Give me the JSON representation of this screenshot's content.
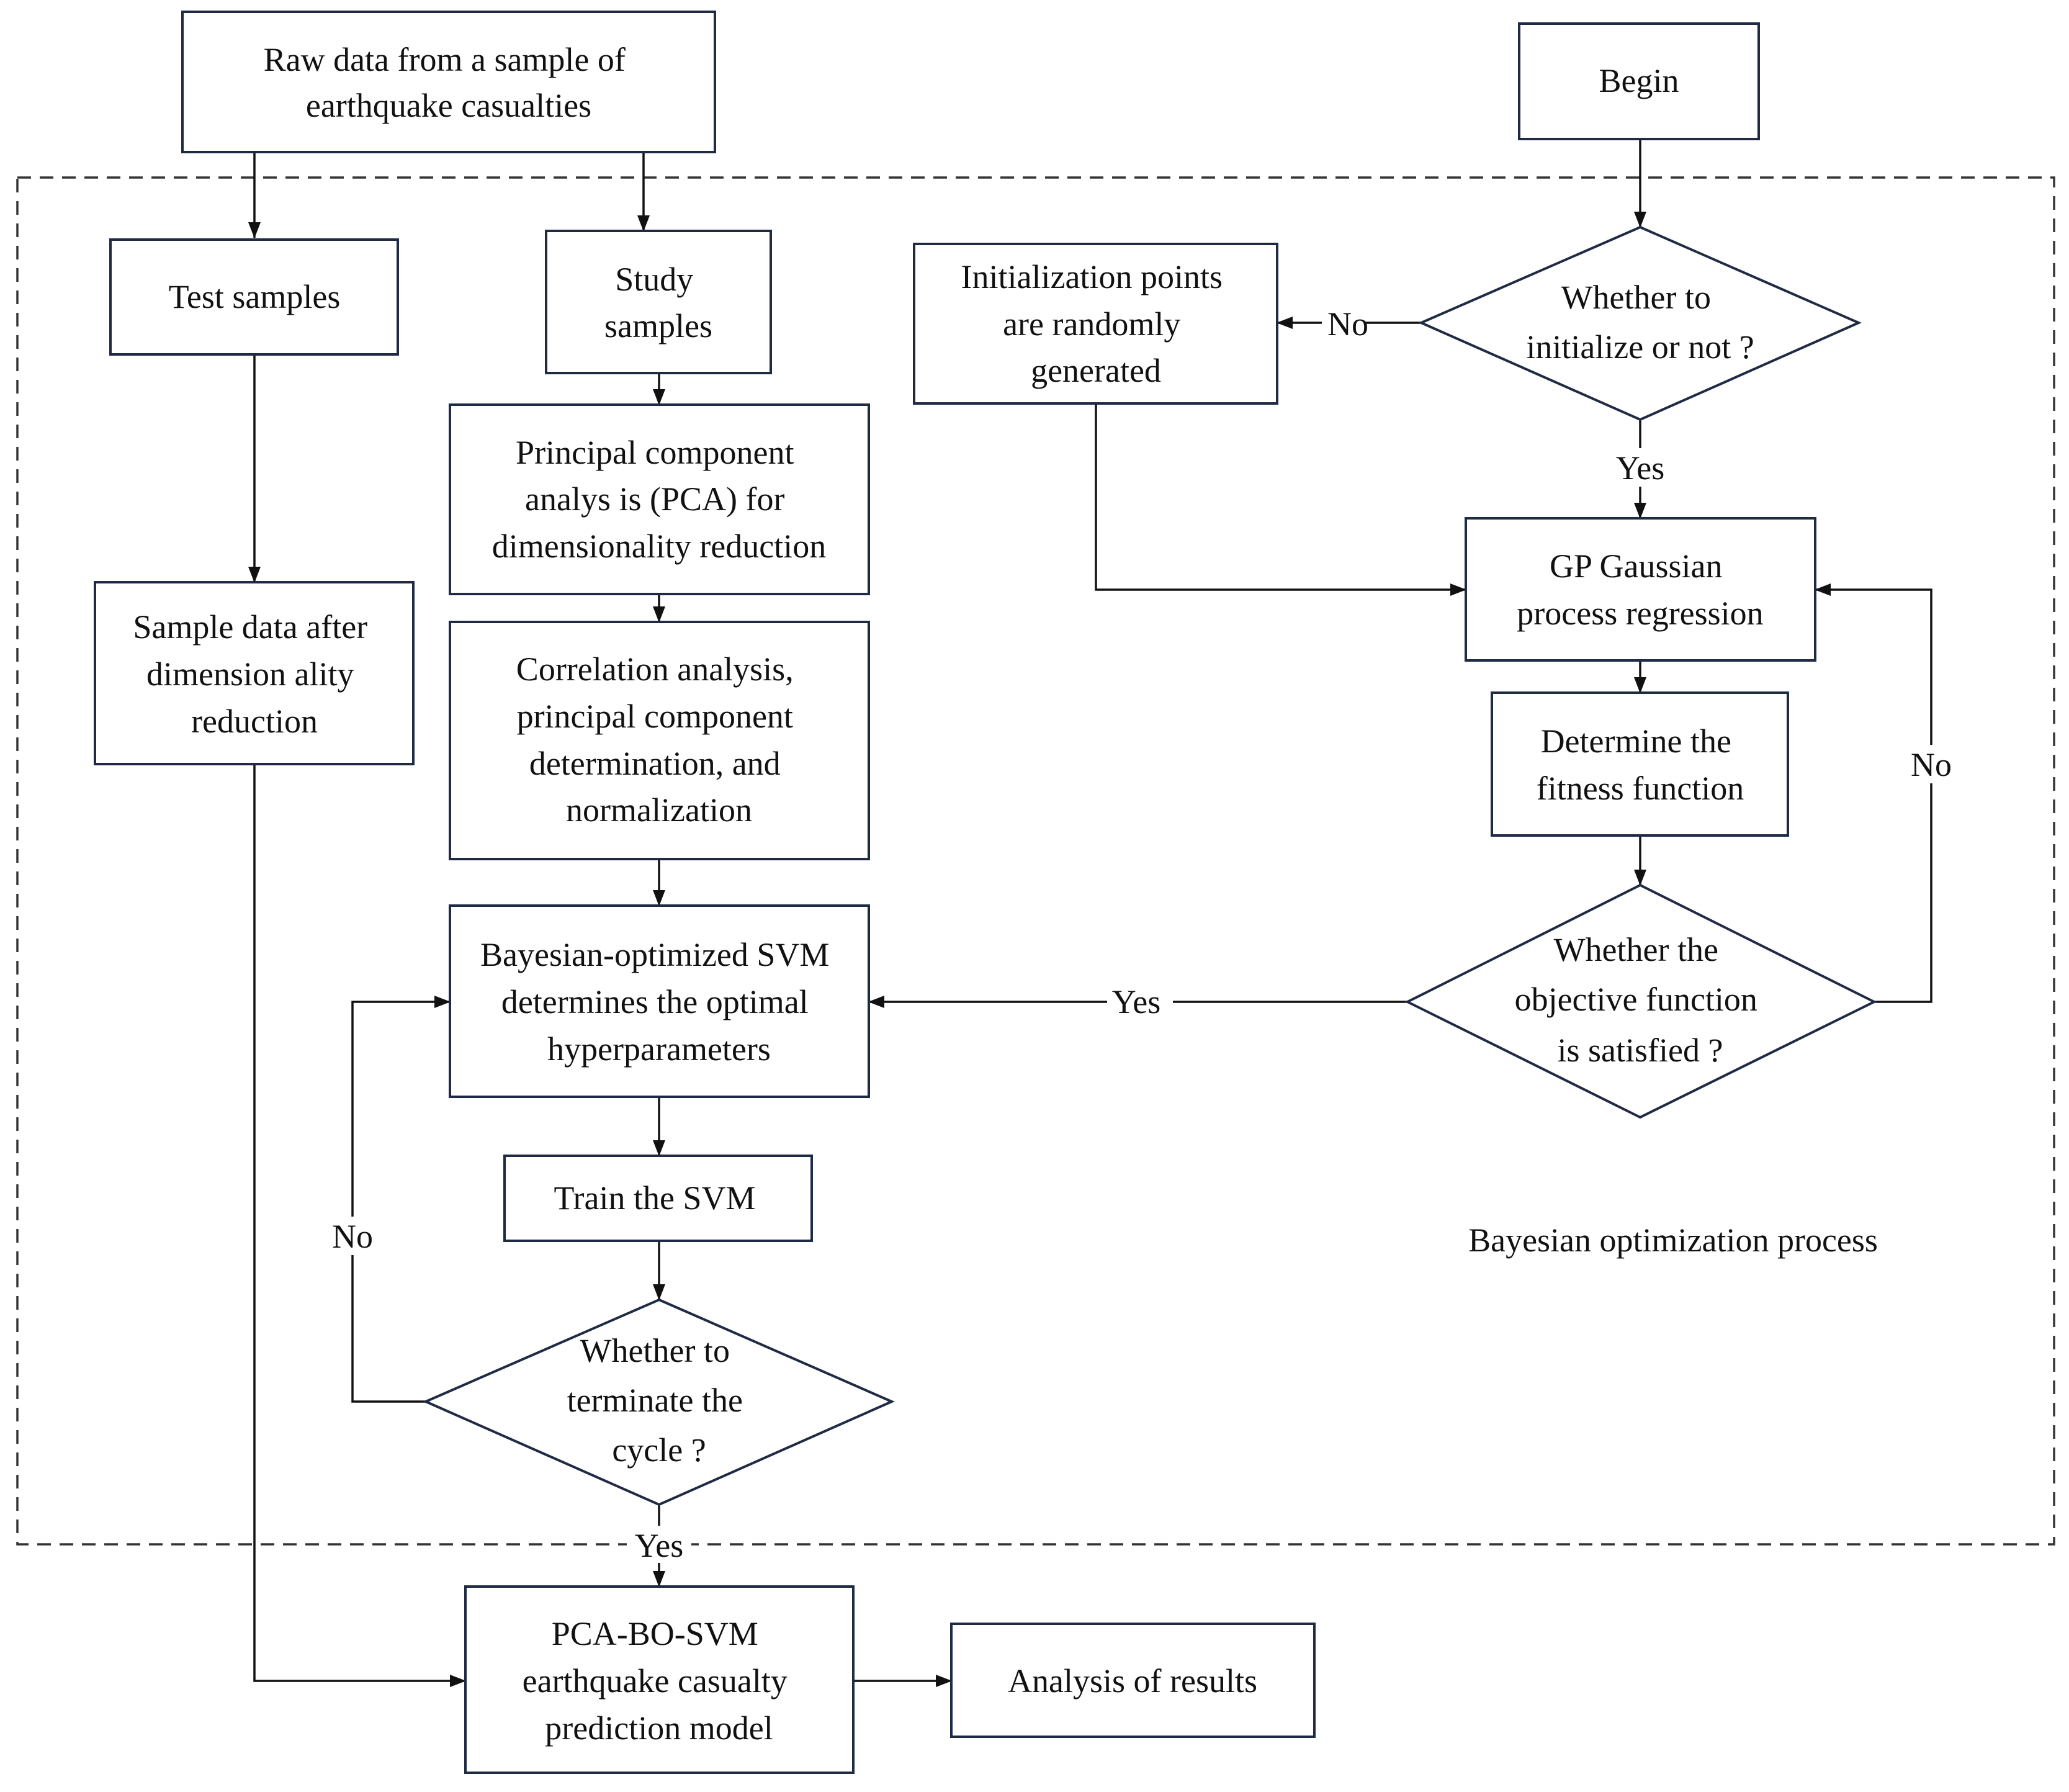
{
  "region": {
    "label": "Bayesian optimization process"
  },
  "nodes": {
    "raw_data": {
      "lines": [
        "Raw data from a sample of",
        "earthquake casualties"
      ]
    },
    "begin": {
      "lines": [
        "Begin"
      ]
    },
    "test_samples": {
      "lines": [
        "Test samples"
      ]
    },
    "study_samples": {
      "lines": [
        "Study",
        "samples"
      ]
    },
    "init_points": {
      "lines": [
        "Initialization points",
        "are randomly",
        "generated"
      ]
    },
    "whether_init": {
      "lines": [
        "Whether to",
        "initialize or not ?"
      ]
    },
    "pca": {
      "lines": [
        "Principal component",
        "analys is (PCA) for",
        "dimensionality reduction"
      ]
    },
    "gp": {
      "lines": [
        "GP Gaussian",
        "process regression"
      ]
    },
    "sample_data_after": {
      "lines": [
        "Sample data after",
        "dimension ality",
        "reduction"
      ]
    },
    "correlation": {
      "lines": [
        "Correlation analysis,",
        "principal component",
        "determination, and",
        "normalization"
      ]
    },
    "fitness": {
      "lines": [
        "Determine the",
        "fitness function"
      ]
    },
    "bo_svm": {
      "lines": [
        "Bayesian-optimized SVM",
        "determines the optimal",
        "hyperparameters"
      ]
    },
    "objective": {
      "lines": [
        "Whether the",
        "objective function",
        "is satisfied ?"
      ]
    },
    "train_svm": {
      "lines": [
        "Train the SVM"
      ]
    },
    "terminate": {
      "lines": [
        "Whether to",
        "terminate the",
        "cycle ?"
      ]
    },
    "model": {
      "lines": [
        "PCA-BO-SVM",
        "earthquake casualty",
        "prediction model"
      ]
    },
    "analysis": {
      "lines": [
        "Analysis of results"
      ]
    }
  },
  "edge_labels": {
    "init_no": "No",
    "init_yes": "Yes",
    "objective_yes": "Yes",
    "objective_no": "No",
    "terminate_no": "No",
    "terminate_yes": "Yes"
  }
}
